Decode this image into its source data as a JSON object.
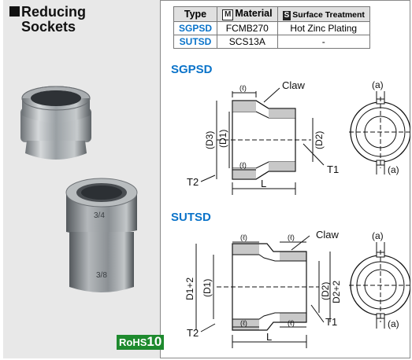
{
  "product": {
    "title_line1": "Reducing",
    "title_line2": "Sockets",
    "rohs_label": "RoHS",
    "rohs_number": "10"
  },
  "spec_table": {
    "headers": [
      "Type",
      "Material",
      "Surface Treatment"
    ],
    "material_badge": "M",
    "surface_badge": "S",
    "rows": [
      {
        "type": "SGPSD",
        "material": "FCMB270",
        "surface": "Hot Zinc Plating"
      },
      {
        "type": "SUTSD",
        "material": "SCS13A",
        "surface": "-"
      }
    ]
  },
  "drawings": {
    "sgpsd": {
      "heading": "SGPSD",
      "labels": {
        "ell_top": "(ℓ)",
        "claw": "Claw",
        "d3": "(D3)",
        "d1": "(D1)",
        "d2": "(D2)",
        "t1": "T1",
        "t2": "T2",
        "ell_bot": "(ℓ)",
        "L": "L",
        "a_top": "(a)",
        "a_bot": "(a)"
      }
    },
    "sutsd": {
      "heading": "SUTSD",
      "labels": {
        "ell_l": "(ℓ)",
        "ell_r": "(ℓ)",
        "claw": "Claw",
        "d1p2": "D1+2",
        "d1": "(D1)",
        "d2": "(D2)",
        "d2p2": "D2+2",
        "t1": "T1",
        "t2": "T2",
        "ell_bl": "(ℓ)",
        "ell_br": "(ℓ)",
        "L": "L",
        "a_top": "(a)",
        "a_bot": "(a)"
      }
    }
  },
  "colors": {
    "accent": "#0a73c9",
    "rohs": "#1e8a2e"
  }
}
